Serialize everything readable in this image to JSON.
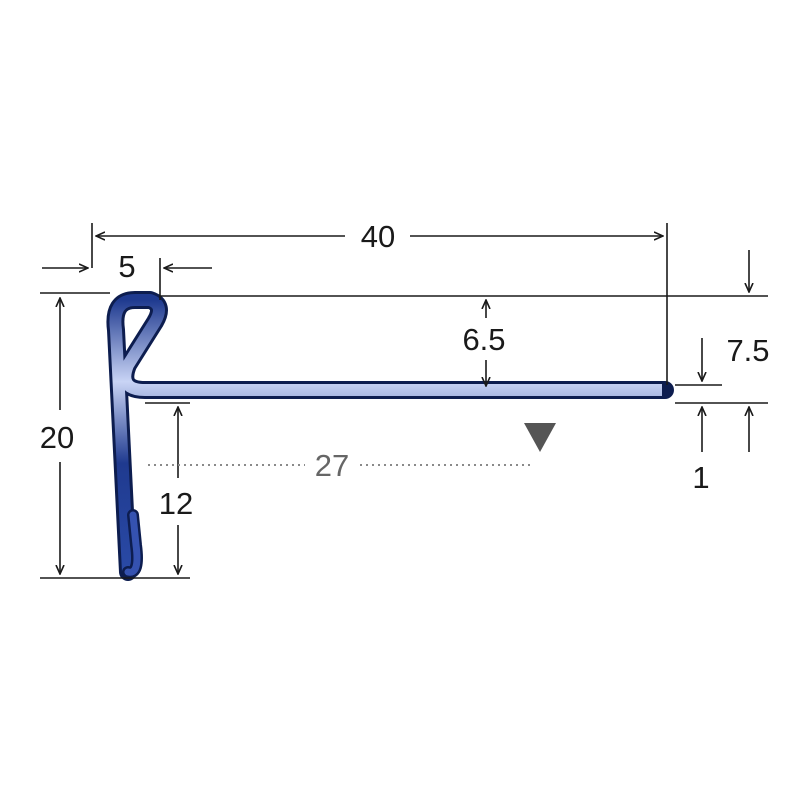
{
  "dimensions": {
    "total_width": "40",
    "lip_width": "5",
    "total_height": "20",
    "tread_offset": "6.5",
    "total_offset": "7.5",
    "thickness": "1",
    "leg_height": "12",
    "reference_distance": "27"
  },
  "colors": {
    "profile_fill": "#1f3a8f",
    "profile_highlight": "#e8eeff",
    "profile_outline": "#0d1d4f",
    "dimension_line": "#1a1a1a",
    "reference_line": "#8a8a8a",
    "marker": "#555555"
  }
}
